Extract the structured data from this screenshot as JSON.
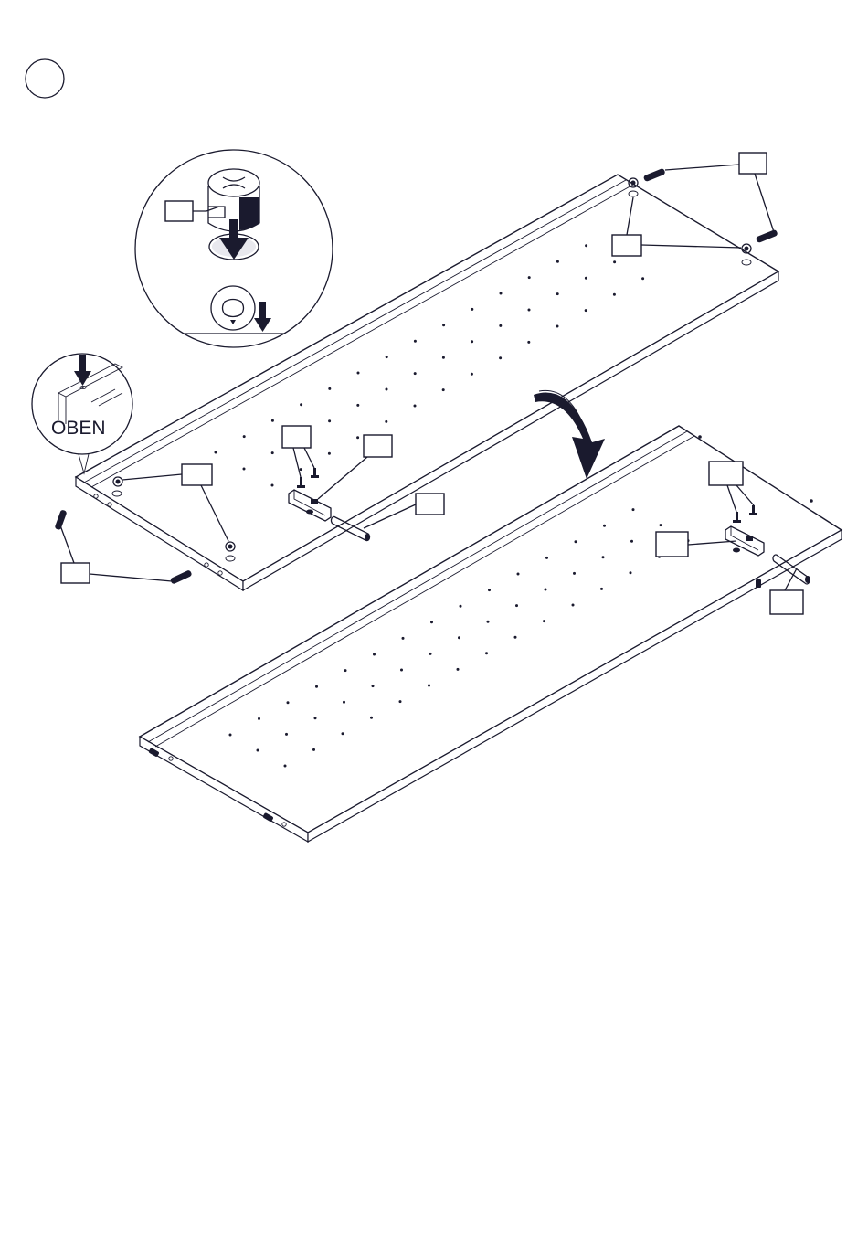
{
  "detail_oben": {
    "label": "OBEN"
  },
  "colors": {
    "ink": "#1a1a2e",
    "paper": "#ffffff"
  },
  "icons": {
    "step_marker": "circle",
    "cam_lock": "cam-lock-icon",
    "flip_arrow": "curved-arrow-down-icon",
    "push_arrow": "arrow-down-icon"
  },
  "callouts": [
    {
      "id": "callout-cam-detail"
    },
    {
      "id": "callout-dowels-top-right"
    },
    {
      "id": "callout-cams-top-right"
    },
    {
      "id": "callout-screws-left"
    },
    {
      "id": "callout-bracket-left"
    },
    {
      "id": "callout-cams-left"
    },
    {
      "id": "callout-rod-left"
    },
    {
      "id": "callout-dowels-left"
    },
    {
      "id": "callout-screws-right"
    },
    {
      "id": "callout-bracket-right"
    },
    {
      "id": "callout-rod-right"
    }
  ]
}
